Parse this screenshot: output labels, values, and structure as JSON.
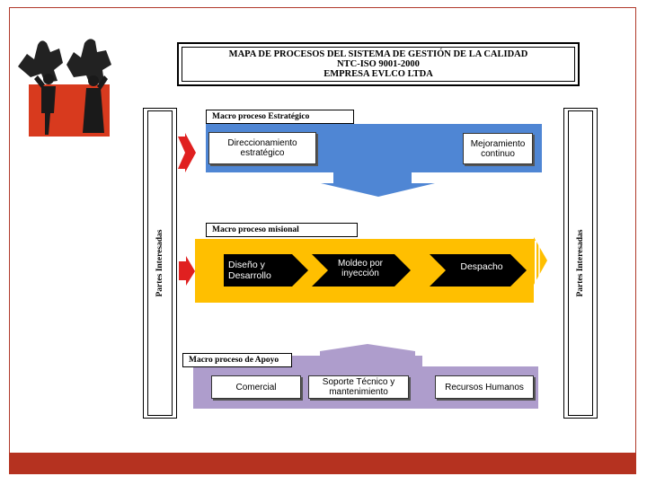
{
  "title": {
    "line1": "MAPA DE PROCESOS DEL SISTEMA DE GESTIÓN DE LA CALIDAD",
    "line2": "NTC-ISO 9001-2000",
    "line3": "EMPRESA EVLCO LTDA"
  },
  "side_left_label": "Partes Interesadas",
  "side_right_label": "Partes Interesadas",
  "strategic": {
    "label": "Macro proceso Estratégico",
    "box1": "Direccionamiento estratégico",
    "box2": "Mejoramiento continuo",
    "color": "#4f86d4"
  },
  "missional": {
    "label": "Macro proceso misional",
    "step1_line1": "Diseño y",
    "step1_line2": "Desarrollo",
    "step2_line1": "Moldeo por",
    "step2_line2": "inyección",
    "step3": "Despacho",
    "color": "#ffbf00"
  },
  "support": {
    "label": "Macro proceso de Apoyo",
    "box1": "Comercial",
    "box2": "Soporte Técnico y mantenimiento",
    "box3": "Recursos Humanos",
    "color": "#ae9dcc"
  },
  "colors": {
    "accent": "#b53220",
    "arrow_red": "#e02020"
  },
  "icons": [
    "puzzle-people-logo"
  ]
}
